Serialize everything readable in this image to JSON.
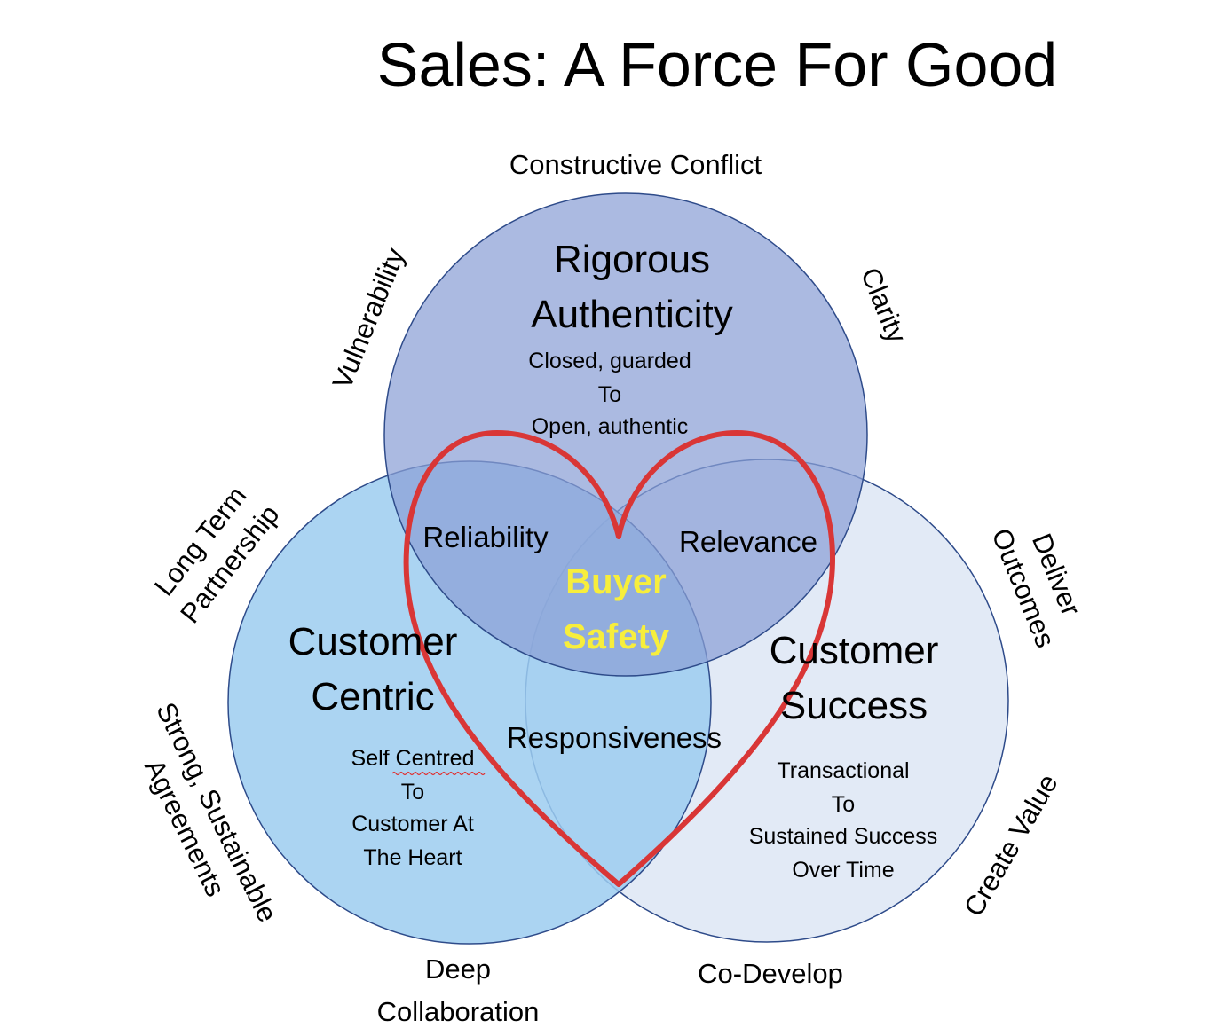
{
  "title": "Sales: A Force For Good",
  "circles": {
    "top": {
      "title_line1": "Rigorous",
      "title_line2": "Authenticity",
      "detail": [
        "Closed, guarded",
        "To",
        "Open, authentic"
      ],
      "color": "#a4b3dd"
    },
    "left": {
      "title_line1": "Customer",
      "title_line2": "Centric",
      "detail": [
        "Self Centred",
        "To",
        "Customer At",
        "The Heart"
      ],
      "color": "#a7d3f1"
    },
    "right": {
      "title_line1": "Customer",
      "title_line2": "Success",
      "detail": [
        "Transactional",
        "To",
        "Sustained Success",
        "Over Time"
      ],
      "color": "#e0e9f5"
    }
  },
  "overlaps": {
    "top_left": "Reliability",
    "top_right": "Relevance",
    "left_right": "Responsiveness"
  },
  "center": {
    "line1": "Buyer",
    "line2": "Safety",
    "color": "#f7ee3c"
  },
  "heart_color": "#d93636",
  "outer_labels": {
    "top": "Constructive Conflict",
    "top_left": "Vulnerability",
    "top_right": "Clarity",
    "left_upper_line1": "Long Term",
    "left_upper_line2": "Partnership",
    "left_lower_line1": "Strong, Sustainable",
    "left_lower_line2": "Agreements",
    "right_upper_line1": "Deliver",
    "right_upper_line2": "Outcomes",
    "right_lower": "Create Value",
    "bottom_left_line1": "Deep",
    "bottom_left_line2": "Collaboration",
    "bottom_right": "Co-Develop"
  }
}
